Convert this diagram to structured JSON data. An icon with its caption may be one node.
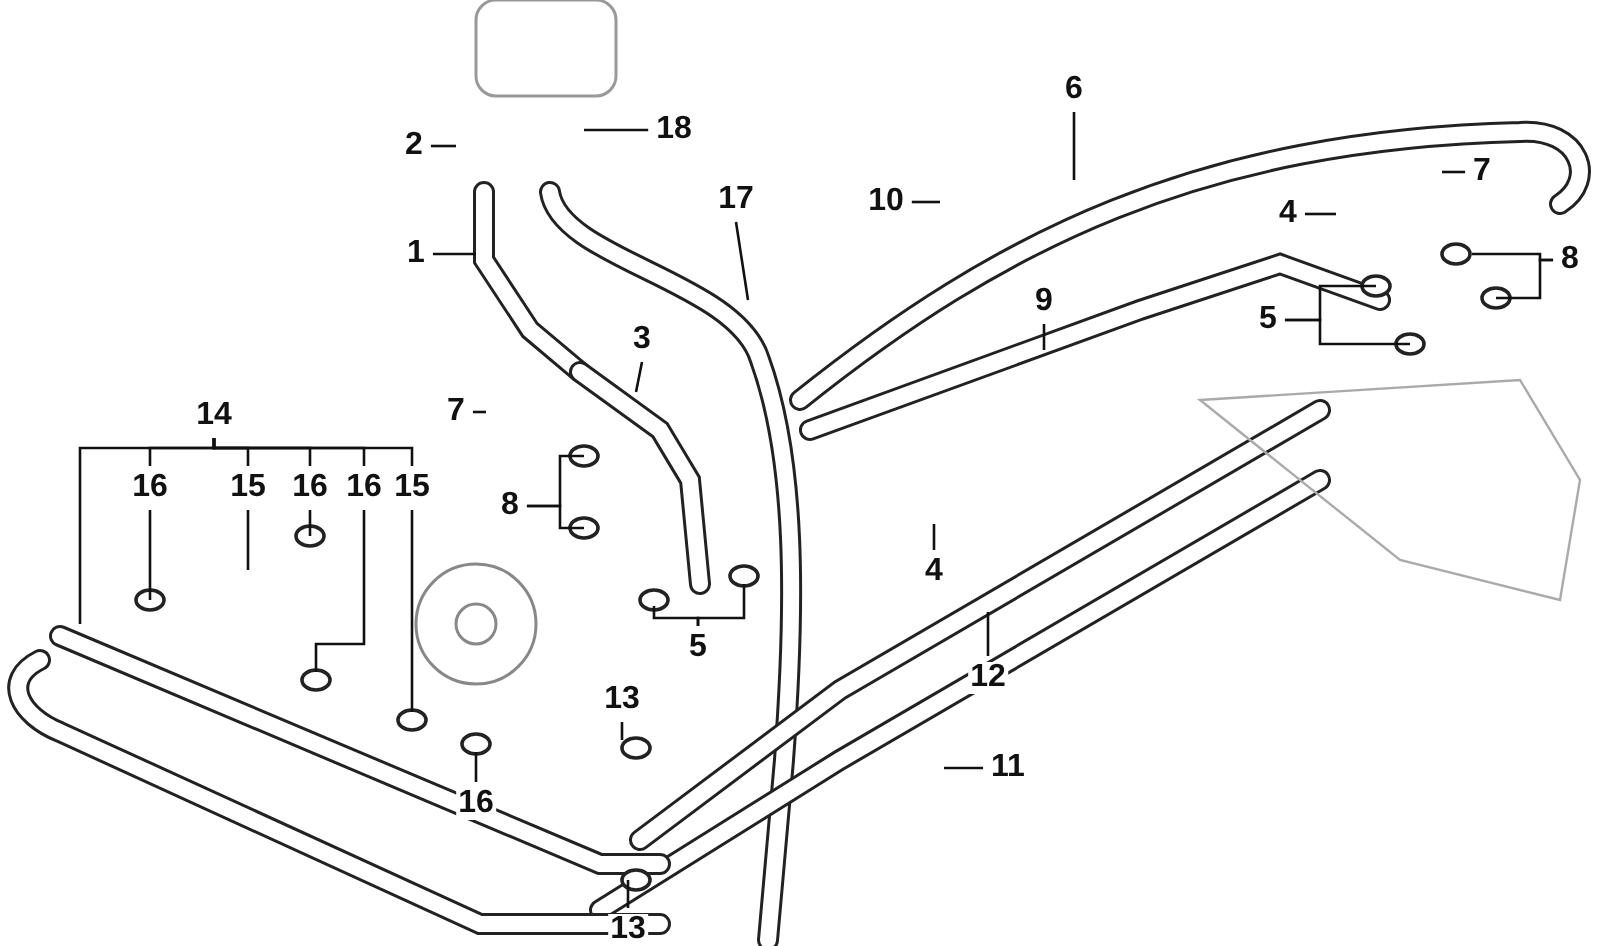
{
  "diagram": {
    "nodes": [
      {
        "text": [
          "1"
        ]
      },
      {
        "text": [
          "2"
        ]
      },
      {
        "text": [
          "18"
        ]
      },
      {
        "text": [
          "17"
        ]
      },
      {
        "text": [
          "3"
        ]
      },
      {
        "text": [
          "7"
        ]
      },
      {
        "text": [
          "8"
        ]
      },
      {
        "text": [
          "14"
        ]
      },
      {
        "text": [
          "16"
        ]
      },
      {
        "text": [
          "15"
        ]
      },
      {
        "text": [
          "16"
        ]
      },
      {
        "text": [
          "16"
        ]
      },
      {
        "text": [
          "15"
        ]
      },
      {
        "text": [
          "16"
        ]
      },
      {
        "text": [
          "13"
        ]
      },
      {
        "text": [
          "13"
        ]
      },
      {
        "text": [
          "5"
        ]
      },
      {
        "text": [
          "4"
        ]
      },
      {
        "text": [
          "12"
        ]
      },
      {
        "text": [
          "11"
        ]
      },
      {
        "text": [
          "10"
        ]
      },
      {
        "text": [
          "6"
        ]
      },
      {
        "text": [
          "9"
        ]
      },
      {
        "text": [
          "4"
        ]
      },
      {
        "text": [
          "7"
        ]
      },
      {
        "text": [
          "8"
        ]
      },
      {
        "text": [
          "5"
        ]
      }
    ],
    "edges": [
      {
        "from": 0,
        "to": null,
        "arrow": "none"
      },
      {
        "from": 1,
        "to": null,
        "arrow": "none"
      },
      {
        "from": 2,
        "to": null,
        "arrow": "none"
      },
      {
        "from": 3,
        "to": null,
        "arrow": "none"
      },
      {
        "from": 4,
        "to": null,
        "arrow": "none"
      },
      {
        "from": 5,
        "to": null,
        "arrow": "none"
      },
      {
        "from": 6,
        "to": null,
        "arrow": "none"
      },
      {
        "from": 6,
        "to": null,
        "arrow": "none"
      },
      {
        "from": 7,
        "to": 8,
        "arrow": "none"
      },
      {
        "from": 7,
        "to": 9,
        "arrow": "none"
      },
      {
        "from": 7,
        "to": 10,
        "arrow": "none"
      },
      {
        "from": 7,
        "to": 11,
        "arrow": "none"
      },
      {
        "from": 7,
        "to": 12,
        "arrow": "none"
      },
      {
        "from": 7,
        "to": null,
        "arrow": "none"
      },
      {
        "from": 8,
        "to": null,
        "arrow": "none"
      },
      {
        "from": 9,
        "to": null,
        "arrow": "none"
      },
      {
        "from": 10,
        "to": null,
        "arrow": "none"
      },
      {
        "from": 11,
        "to": null,
        "arrow": "none"
      },
      {
        "from": 12,
        "to": null,
        "arrow": "none"
      },
      {
        "from": 13,
        "to": null,
        "arrow": "none"
      },
      {
        "from": 14,
        "to": null,
        "arrow": "none"
      },
      {
        "from": 15,
        "to": null,
        "arrow": "none"
      },
      {
        "from": 16,
        "to": null,
        "arrow": "none"
      },
      {
        "from": 16,
        "to": null,
        "arrow": "none"
      },
      {
        "from": 17,
        "to": null,
        "arrow": "none"
      },
      {
        "from": 18,
        "to": null,
        "arrow": "none"
      },
      {
        "from": 19,
        "to": null,
        "arrow": "none"
      },
      {
        "from": 20,
        "to": null,
        "arrow": "none"
      },
      {
        "from": 21,
        "to": null,
        "arrow": "none"
      },
      {
        "from": 22,
        "to": null,
        "arrow": "none"
      },
      {
        "from": 23,
        "to": null,
        "arrow": "none"
      },
      {
        "from": 24,
        "to": null,
        "arrow": "none"
      },
      {
        "from": 25,
        "to": null,
        "arrow": "none"
      },
      {
        "from": 25,
        "to": null,
        "arrow": "none"
      },
      {
        "from": 26,
        "to": null,
        "arrow": "none"
      },
      {
        "from": 26,
        "to": null,
        "arrow": "none"
      }
    ]
  }
}
